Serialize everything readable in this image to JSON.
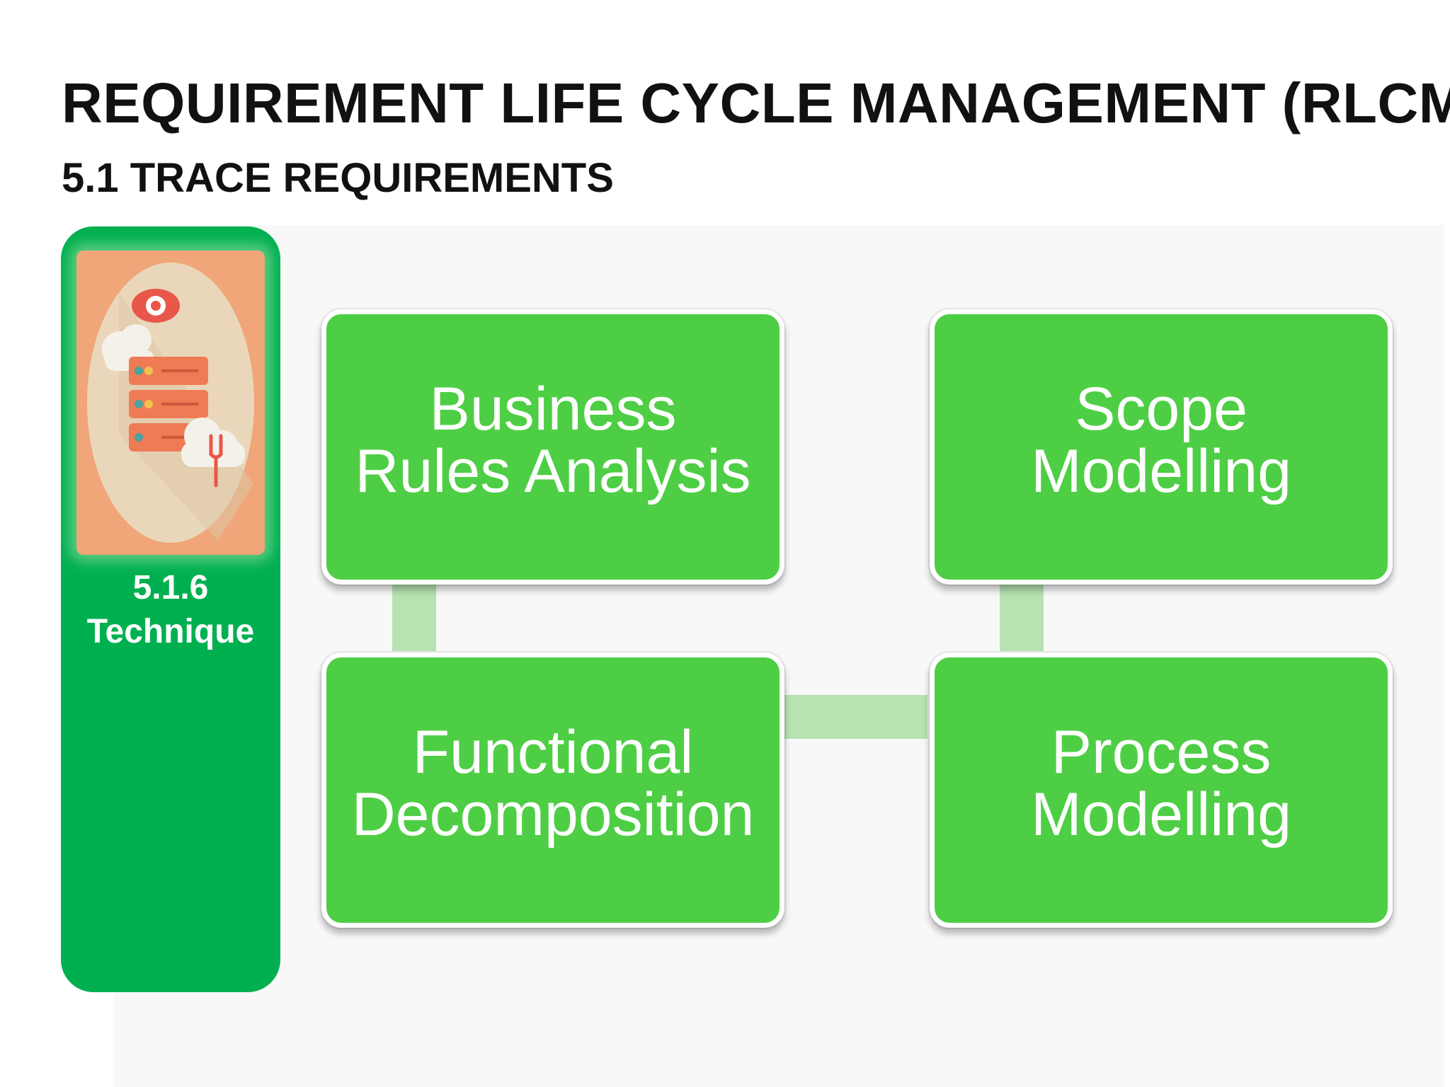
{
  "header": {
    "title": "REQUIREMENT LIFE CYCLE MANAGEMENT (RLCM)",
    "subtitle": "5.1 TRACE REQUIREMENTS"
  },
  "side_panel": {
    "line1": "5.1.6",
    "line2": "Technique",
    "image_icon": "server-with-eye-and-clouds-illustration"
  },
  "diagram": {
    "boxes": [
      {
        "id": "business-rules-analysis",
        "line1": "Business",
        "line2": "Rules Analysis"
      },
      {
        "id": "scope-modelling",
        "line1": "Scope",
        "line2": "Modelling"
      },
      {
        "id": "functional-decomposition",
        "line1": "Functional",
        "line2": "Decomposition"
      },
      {
        "id": "process-modelling",
        "line1": "Process",
        "line2": "Modelling"
      }
    ]
  },
  "colors": {
    "panel_green": "#00b050",
    "box_green": "#4ece44",
    "connector_green": "#b6e3b1"
  }
}
